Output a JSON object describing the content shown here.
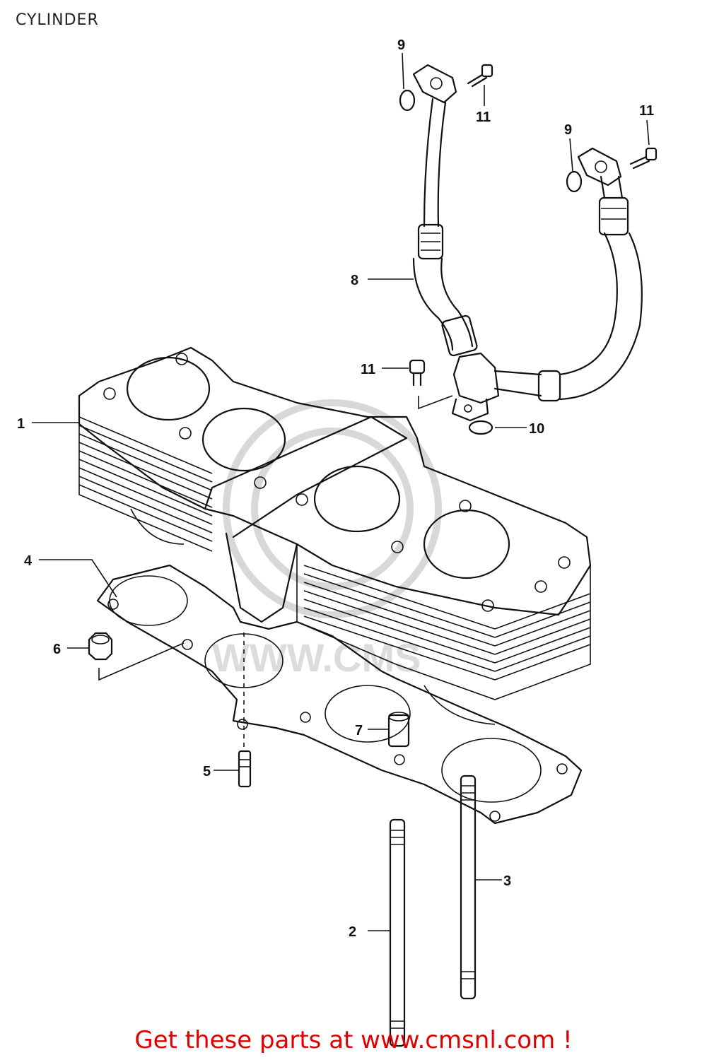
{
  "title": "CYLINDER",
  "footer": "Get these parts at www.cmsnl.com !",
  "watermark": "WWW.CMS",
  "callouts": {
    "c1": "1",
    "c2": "2",
    "c3": "3",
    "c4": "4",
    "c5": "5",
    "c6": "6",
    "c7": "7",
    "c8": "8",
    "c9a": "9",
    "c9b": "9",
    "c10": "10",
    "c11a": "11",
    "c11b": "11",
    "c11c": "11"
  },
  "colors": {
    "footer": "#e00000",
    "line": "#111111",
    "watermark": "#d8d8d8"
  }
}
